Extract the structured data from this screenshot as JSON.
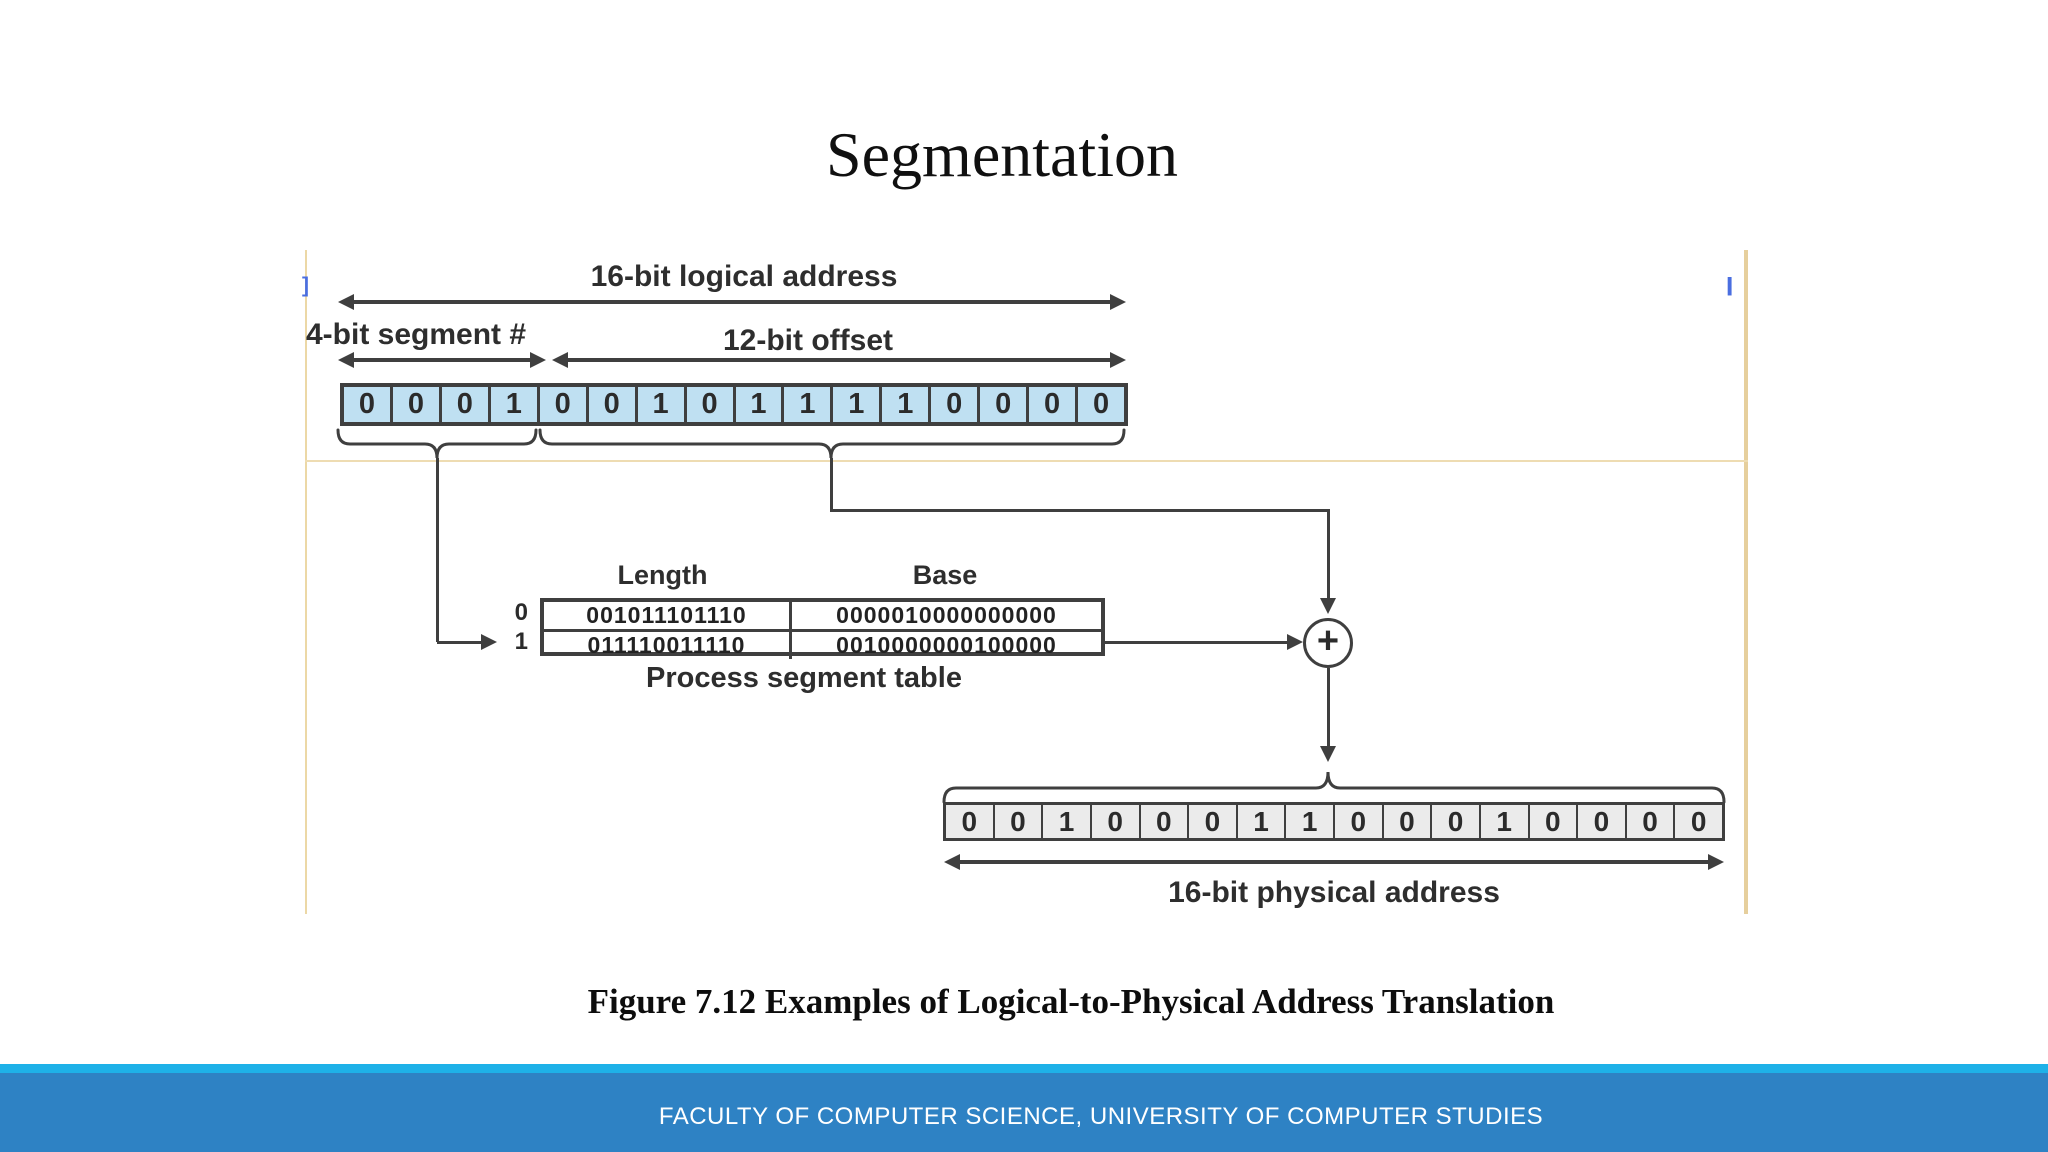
{
  "slide": {
    "title": "Segmentation",
    "caption": "Figure 7.12 Examples of Logical-to-Physical Address Translation",
    "footer": "FACULTY OF COMPUTER SCIENCE, UNIVERSITY OF COMPUTER STUDIES"
  },
  "diagram": {
    "logical_address": {
      "label": "16-bit logical address",
      "segment_label": "4-bit segment #",
      "offset_label": "12-bit offset",
      "bits": [
        "0",
        "0",
        "0",
        "1",
        "0",
        "0",
        "1",
        "0",
        "1",
        "1",
        "1",
        "1",
        "0",
        "0",
        "0",
        "0"
      ]
    },
    "segment_table": {
      "title": "Process segment table",
      "columns": [
        "Length",
        "Base"
      ],
      "rows": [
        {
          "index": "0",
          "length": "001011101110",
          "base": "0000010000000000"
        },
        {
          "index": "1",
          "length": "011110011110",
          "base": "0010000000100000"
        }
      ]
    },
    "adder_symbol": "+",
    "physical_address": {
      "label": "16-bit physical address",
      "bits": [
        "0",
        "0",
        "1",
        "0",
        "0",
        "0",
        "1",
        "1",
        "0",
        "0",
        "0",
        "1",
        "0",
        "0",
        "0",
        "0"
      ]
    },
    "artifacts": {
      "left_mark": "]",
      "right_mark": "|"
    }
  },
  "colors": {
    "line": "#3f3f3f",
    "logical_cell_fill": "#bfe0f2",
    "physical_cell_fill": "#ebebeb",
    "guide_line": "#ecd8a6",
    "footer_accent": "#1eb1e8",
    "footer_band": "#2e82c4",
    "cursor_blue": "#4a6ee0"
  }
}
